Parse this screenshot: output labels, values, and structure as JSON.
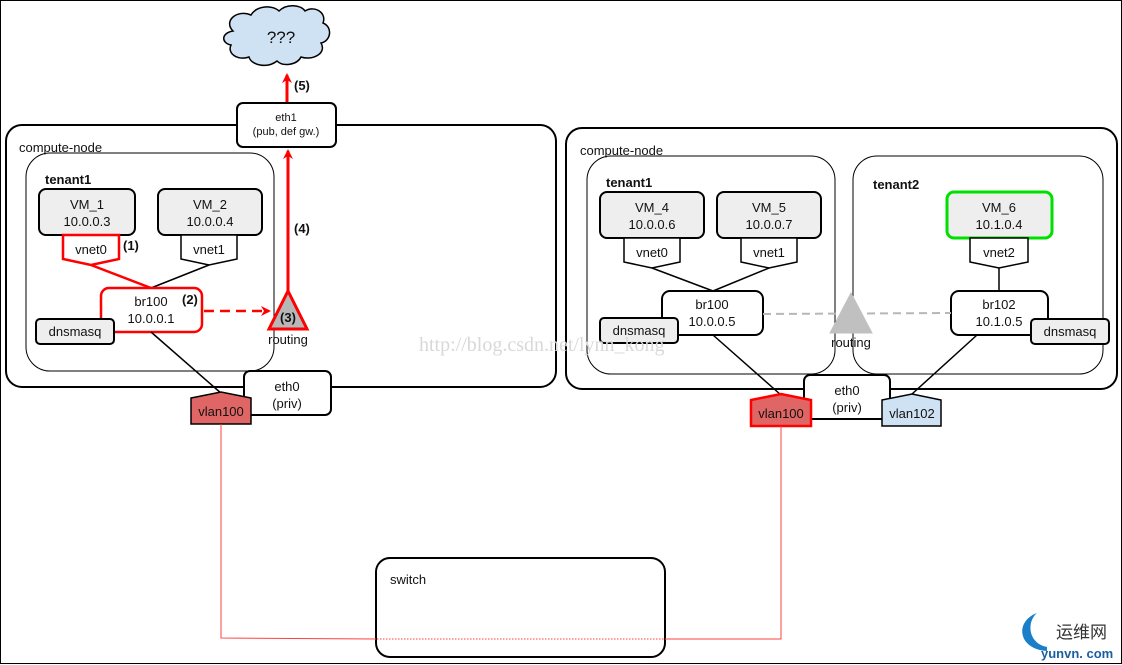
{
  "colors": {
    "active_path": "#ff0000",
    "vlan100_fill": "#e06666",
    "vlan102_fill": "#cfe2f3",
    "cloud_fill": "#cfe2f3",
    "vm_fill": "#eeeeee",
    "vm6_border": "#00e000",
    "routing_active_fill": "#b7b7b7",
    "routing_inactive_fill": "#c0c0c0",
    "dashed_inactive": "#b7b7b7"
  },
  "cloud": {
    "label": "???"
  },
  "eth1": {
    "line1": "eth1",
    "line2": "(pub, def gw.)"
  },
  "steps": [
    "(1)",
    "(2)",
    "(3)",
    "(4)",
    "(5)"
  ],
  "left_node": {
    "title": "compute-node",
    "tenant": {
      "title": "tenant1",
      "vms": [
        {
          "name": "VM_1",
          "ip": "10.0.0.3",
          "vnet": "vnet0"
        },
        {
          "name": "VM_2",
          "ip": "10.0.0.4",
          "vnet": "vnet1"
        }
      ],
      "bridge": {
        "name": "br100",
        "ip": "10.0.0.1"
      },
      "dnsmasq": "dnsmasq"
    },
    "routing": "routing",
    "eth0": {
      "line1": "eth0",
      "line2": "(priv)"
    },
    "vlan": "vlan100"
  },
  "right_node": {
    "title": "compute-node",
    "tenant1": {
      "title": "tenant1",
      "vms": [
        {
          "name": "VM_4",
          "ip": "10.0.0.6",
          "vnet": "vnet0"
        },
        {
          "name": "VM_5",
          "ip": "10.0.0.7",
          "vnet": "vnet1"
        }
      ],
      "bridge": {
        "name": "br100",
        "ip": "10.0.0.5"
      },
      "dnsmasq": "dnsmasq"
    },
    "tenant2": {
      "title": "tenant2",
      "vm": {
        "name": "VM_6",
        "ip": "10.1.0.4",
        "vnet": "vnet2"
      },
      "bridge": {
        "name": "br102",
        "ip": "10.1.0.5"
      },
      "dnsmasq": "dnsmasq"
    },
    "routing": "routing",
    "eth0": {
      "line1": "eth0",
      "line2": "(priv)"
    },
    "vlan_a": "vlan100",
    "vlan_b": "vlan102"
  },
  "switch": {
    "label": "switch"
  },
  "watermark": "http://blog.csdn.net/lynn_kong",
  "logo": {
    "cn": "运维网",
    "en": "yunvn. com"
  }
}
